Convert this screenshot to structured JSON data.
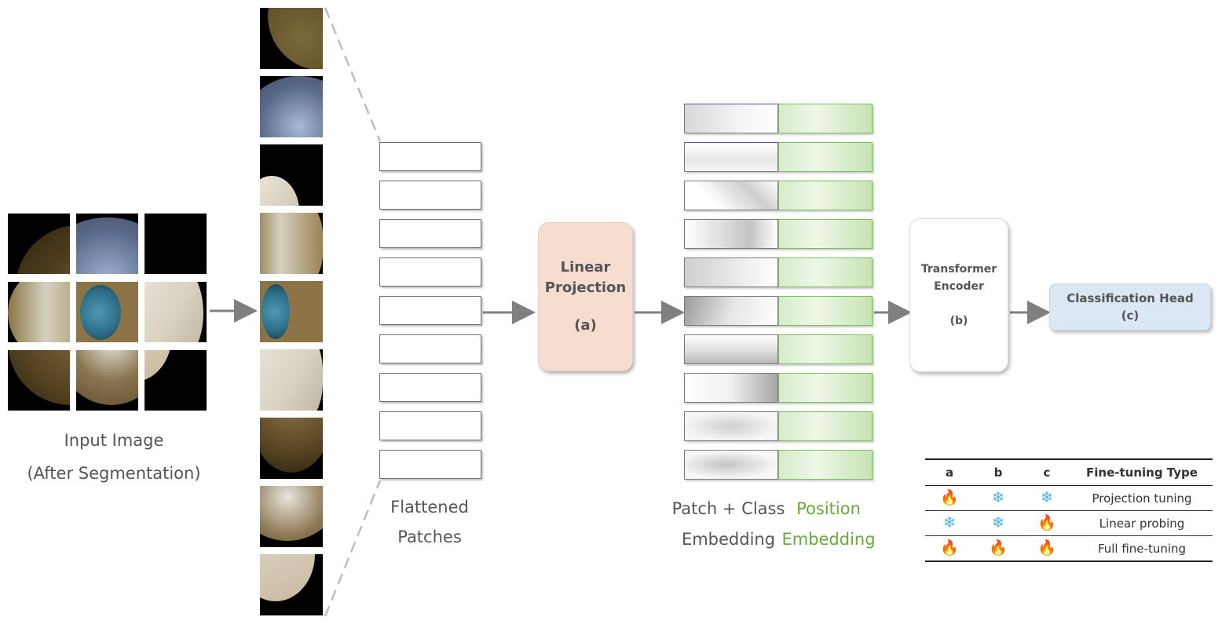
{
  "input_image": {
    "caption_line1": "Input Image",
    "caption_line2": "(After Segmentation)"
  },
  "flattened": {
    "line1": "Flattened",
    "line2": "Patches"
  },
  "linear_projection": {
    "title_line1": "Linear",
    "title_line2": "Projection",
    "tag": "(a)"
  },
  "embedding": {
    "patch_line1": "Patch + Class",
    "patch_line2": "Embedding",
    "position_line1": "Position",
    "position_line2": "Embedding"
  },
  "transformer": {
    "title_line1": "Transformer",
    "title_line2": "Encoder",
    "tag": "(b)"
  },
  "classification": {
    "title": "Classification Head",
    "tag": "(c)"
  },
  "finetune_table": {
    "headers": [
      "a",
      "b",
      "c",
      "Fine-tuning Type"
    ],
    "rows": [
      {
        "a": "fire",
        "b": "snowflake",
        "c": "snowflake",
        "type": "Projection tuning"
      },
      {
        "a": "snowflake",
        "b": "snowflake",
        "c": "fire",
        "type": "Linear probing"
      },
      {
        "a": "fire",
        "b": "fire",
        "c": "fire",
        "type": "Full fine-tuning"
      }
    ]
  },
  "colors": {
    "projection_fill": "#f7ddd0",
    "classification_fill": "#dbe7f3",
    "position_text": "#6aaa3a",
    "arrow": "#7f7f7f"
  }
}
